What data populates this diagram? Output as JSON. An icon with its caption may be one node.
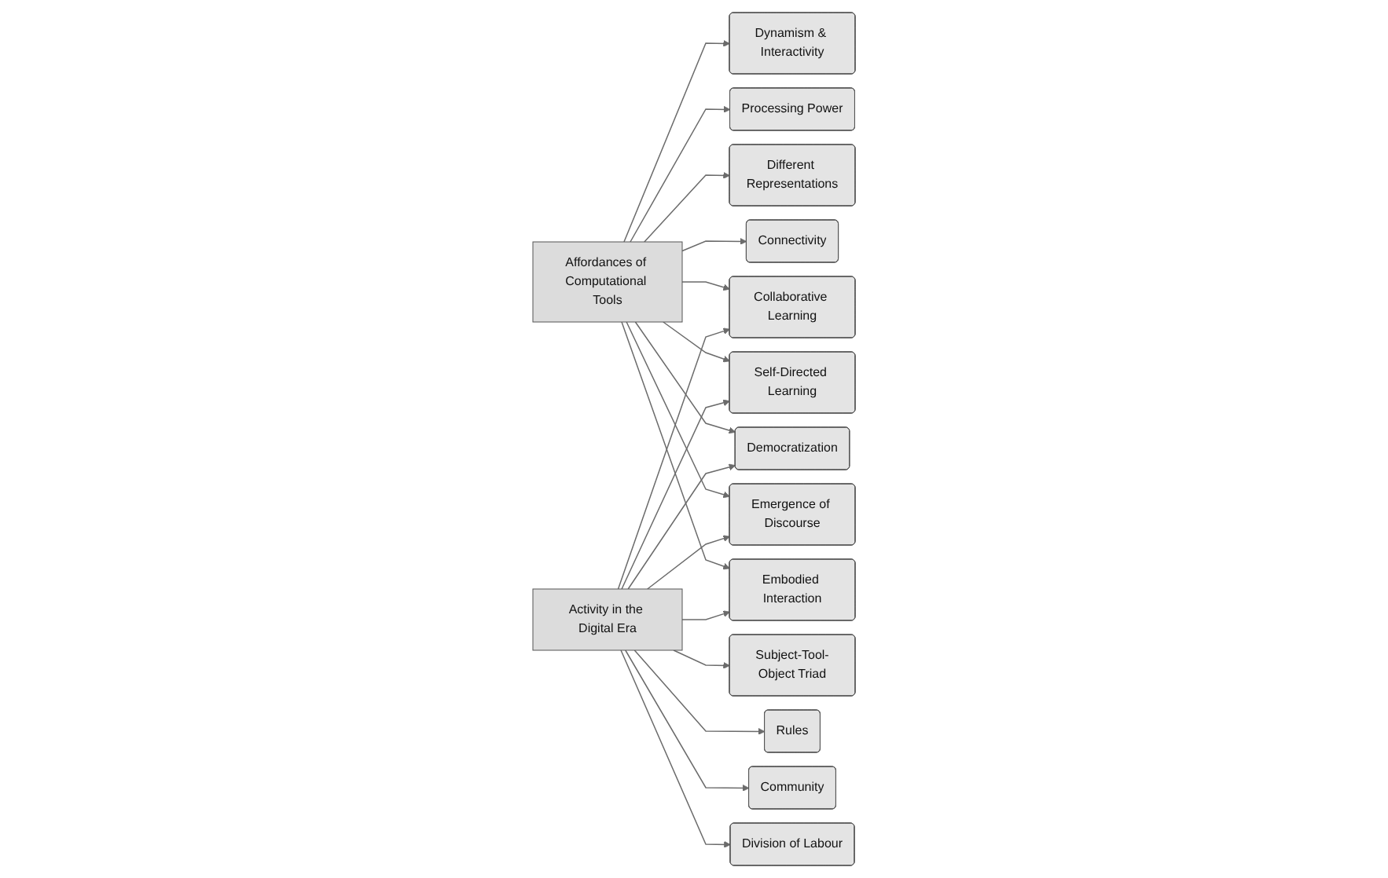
{
  "diagram": {
    "nodes": [
      {
        "text": [
          "Dynamism & Interactivity"
        ]
      },
      {
        "text": [
          "Processing Power"
        ]
      },
      {
        "text": [
          "Different Representations"
        ]
      },
      {
        "text": [
          "Connectivity"
        ]
      },
      {
        "text": [
          "Affordances of Computational Tools"
        ]
      },
      {
        "text": [
          "Collaborative Learning"
        ]
      },
      {
        "text": [
          "Self-Directed Learning"
        ]
      },
      {
        "text": [
          "Democratization"
        ]
      },
      {
        "text": [
          "Emergence of Discourse"
        ]
      },
      {
        "text": [
          "Embodied Interaction"
        ]
      },
      {
        "text": [
          "Activity in the Digital Era"
        ]
      },
      {
        "text": [
          "Subject-Tool-Object Triad"
        ]
      },
      {
        "text": [
          "Rules"
        ]
      },
      {
        "text": [
          "Community"
        ]
      },
      {
        "text": [
          "Division of Labour"
        ]
      }
    ],
    "edges": [
      {
        "from": 4,
        "to": 0,
        "arrow": "to"
      },
      {
        "from": 4,
        "to": 1,
        "arrow": "to"
      },
      {
        "from": 4,
        "to": 2,
        "arrow": "to"
      },
      {
        "from": 4,
        "to": 3,
        "arrow": "to"
      },
      {
        "from": 4,
        "to": 5,
        "arrow": "to"
      },
      {
        "from": 4,
        "to": 6,
        "arrow": "to"
      },
      {
        "from": 4,
        "to": 7,
        "arrow": "to"
      },
      {
        "from": 4,
        "to": 8,
        "arrow": "to"
      },
      {
        "from": 4,
        "to": 9,
        "arrow": "to"
      },
      {
        "from": 10,
        "to": 5,
        "arrow": "to"
      },
      {
        "from": 10,
        "to": 6,
        "arrow": "to"
      },
      {
        "from": 10,
        "to": 7,
        "arrow": "to"
      },
      {
        "from": 10,
        "to": 8,
        "arrow": "to"
      },
      {
        "from": 10,
        "to": 9,
        "arrow": "to"
      },
      {
        "from": 10,
        "to": 11,
        "arrow": "to"
      },
      {
        "from": 10,
        "to": 12,
        "arrow": "to"
      },
      {
        "from": 10,
        "to": 13,
        "arrow": "to"
      },
      {
        "from": 10,
        "to": 14,
        "arrow": "to"
      }
    ]
  }
}
